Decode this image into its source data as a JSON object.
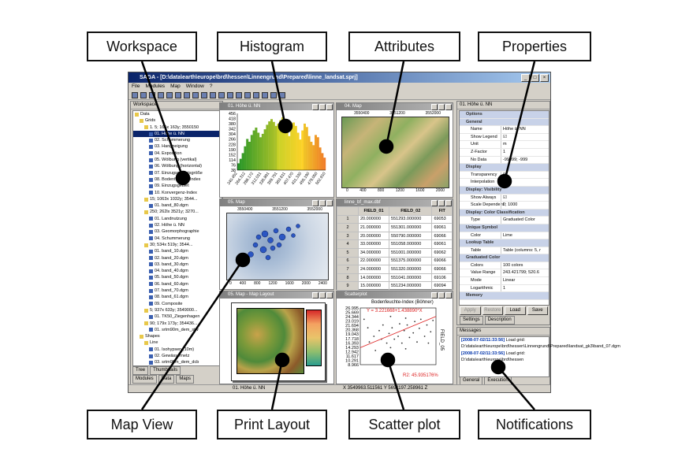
{
  "callouts": {
    "workspace": "Workspace",
    "histogram": "Histogram",
    "attributes": "Attributes",
    "properties": "Properties",
    "map_view": "Map View",
    "print_layout": "Print Layout",
    "scatter_plot": "Scatter plot",
    "notifications": "Notifications"
  },
  "app": {
    "title": "SAGA - [D:\\data\\earth\\europe\\brd\\hessen\\Linnengrund\\Prepared\\linne_landsat.sprj]",
    "menu": [
      "File",
      "Modules",
      "Map",
      "Window",
      "?"
    ],
    "workspace": {
      "header": "Workspace",
      "items": [
        "Data",
        "Grids",
        "1. 5; 165x 163y; 3550150",
        "01. Höhe ü. NN",
        "02. Schummerung",
        "03. Hangneigung",
        "04. Exposition",
        "05. Wölbung (vertikal)",
        "06. Wölbung (horizontal)",
        "07. Einzugsgebietsgröße",
        "08. Bodenfeuchte-Index",
        "09. Einzugsgebiet",
        "10. Konvergenz-Index",
        "15; 1063x 1032y; 3544...",
        "01. band_80.dgm",
        "250; 262lx 3521y; 3270...",
        "01. Landnutzung",
        "02. Höhe ü. NN",
        "03. Geomorphographie",
        "04. Schummerung",
        "30; 534x 519y; 3544...",
        "01. band_10.dgm",
        "02. band_20.dgm",
        "03. band_30.dgm",
        "04. band_40.dgm",
        "05. band_50.dgm",
        "06. band_60.dgm",
        "07. band_70.dgm",
        "08. band_61.dgm",
        "09. Composite",
        "5; 937x 633y; 3549000...",
        "01. TK50_Ziegenhagen",
        "90; 179x 173y; 354436...",
        "01. srtm90m_dem_stw",
        "Shapes",
        "Line",
        "01. Isohypsen (10m)",
        "02. Gewässernetz",
        "03. srtm90m_dem_dcb"
      ],
      "tabs_top": [
        "Tree",
        "Thumbnails"
      ],
      "tabs_bottom": [
        "Modules",
        "Data",
        "Maps"
      ]
    },
    "histogram": {
      "title": "01. Höhe ü. NN",
      "y_ticks": [
        "456",
        "418",
        "380",
        "342",
        "304",
        "266",
        "228",
        "190",
        "152",
        "114",
        "76",
        "38"
      ],
      "x_ticks": [
        "240.452",
        "264.312",
        "288.172",
        "312.031",
        "335.891",
        "359.751",
        "383.611",
        "407.470",
        "431.330",
        "455.190",
        "479.050",
        "502.910"
      ]
    },
    "map_view": {
      "title": "04. Map",
      "top_ticks": [
        "3550400",
        "3551200",
        "3552000"
      ],
      "bottom_ticks": [
        "0",
        "400",
        "800",
        "1200",
        "1600",
        "2000"
      ]
    },
    "map_view2": {
      "title": "05. Map",
      "top_ticks": [
        "3550400",
        "3551200",
        "3552000"
      ],
      "bottom_ticks": [
        "0",
        "400",
        "800",
        "1200",
        "1600",
        "2000",
        "2400"
      ]
    },
    "attributes": {
      "title": "linne_bf_max.dbf",
      "columns": [
        "",
        "FIELD_01",
        "FIELD_02",
        "FIT"
      ],
      "rows": [
        [
          "1",
          "20.000000",
          "551293.000000",
          "69053"
        ],
        [
          "2",
          "21.000000",
          "551301.000000",
          "69061"
        ],
        [
          "3",
          "20.000000",
          "550790.000000",
          "69066"
        ],
        [
          "4",
          "33.000000",
          "551058.000000",
          "69061"
        ],
        [
          "5",
          "34.000000",
          "551001.000000",
          "69062"
        ],
        [
          "6",
          "22.000000",
          "551375.000000",
          "69066"
        ],
        [
          "7",
          "24.000000",
          "551320.000000",
          "69066"
        ],
        [
          "8",
          "14.000000",
          "551041.000000",
          "69106"
        ],
        [
          "9",
          "15.000000",
          "551234.000000",
          "69094"
        ]
      ]
    },
    "layout": {
      "title": "05. Map - Map Layout"
    },
    "scatter": {
      "title": "Scatterplot",
      "chart_title": "Bodenfeuchte-Index (Böhner)",
      "equation": "Y = 3.221668+1.438890*X",
      "r2": "R2: 45.935176%",
      "y_label": "FIELD_05",
      "y_ticks": [
        "26.995",
        "25.669",
        "24.344",
        "23.019",
        "21.694",
        "20.368",
        "19.043",
        "17.718",
        "16.393",
        "14.293",
        "12.942",
        "11.617",
        "10.291",
        "8.966"
      ]
    },
    "properties": {
      "header": "01. Höhe ü. NN",
      "rows": [
        {
          "k": "Options",
          "v": "",
          "sec": true
        },
        {
          "k": "General",
          "v": "",
          "sec": true
        },
        {
          "k": "Name",
          "v": "Höhe ü. NN"
        },
        {
          "k": "Show Legend",
          "v": "☑"
        },
        {
          "k": "Unit",
          "v": "m"
        },
        {
          "k": "Z-Factor",
          "v": "1"
        },
        {
          "k": "No Data",
          "v": "-99999; -999"
        },
        {
          "k": "Display",
          "v": "",
          "sec": true
        },
        {
          "k": "Transparency",
          "v": "0"
        },
        {
          "k": "Interpolation",
          "v": ""
        },
        {
          "k": "Display: Visibility",
          "v": "",
          "sec": true
        },
        {
          "k": "Show Always",
          "v": "☑"
        },
        {
          "k": "Scale Dependent",
          "v": "0; 1000"
        },
        {
          "k": "Display: Color Classification",
          "v": "",
          "sec": true
        },
        {
          "k": "Type",
          "v": "Graduated Color"
        },
        {
          "k": "Unique Symbol",
          "v": "",
          "sec": true
        },
        {
          "k": "Color",
          "v": "Lime"
        },
        {
          "k": "Lookup Table",
          "v": "",
          "sec": true
        },
        {
          "k": "Table",
          "v": "Table (columns: 5, r"
        },
        {
          "k": "Graduated Color",
          "v": "",
          "sec": true
        },
        {
          "k": "Colors",
          "v": "100 colors"
        },
        {
          "k": "Value Range",
          "v": "243.421799; 520.6"
        },
        {
          "k": "Mode",
          "v": "Linear"
        },
        {
          "k": "Logarithmic",
          "v": "1"
        },
        {
          "k": "Memory",
          "v": "",
          "sec": true
        }
      ],
      "buttons": [
        "Apply",
        "Restore",
        "Load",
        "Save"
      ],
      "tabs": [
        "Settings",
        "Description"
      ]
    },
    "messages": {
      "header": "Messages",
      "lines": [
        {
          "ts": "[2008-07-02/11:33:56]",
          "text": "Load grid: D:\\data\\earth\\europe\\brd\\hessen\\Linnengrund\\Prepared\\landsat_gk3\\band_07.dgm"
        },
        {
          "ts": "[2008-07-02/11:33:56]",
          "text": "Load grid: D:\\data\\earth\\europe\\brd\\hessen"
        }
      ],
      "tabs": [
        "General",
        "Execution"
      ]
    },
    "status": {
      "layer": "01. Höhe ü. NN",
      "coords": "X 3549963.511561  Y 5691197.258961  Z"
    }
  }
}
